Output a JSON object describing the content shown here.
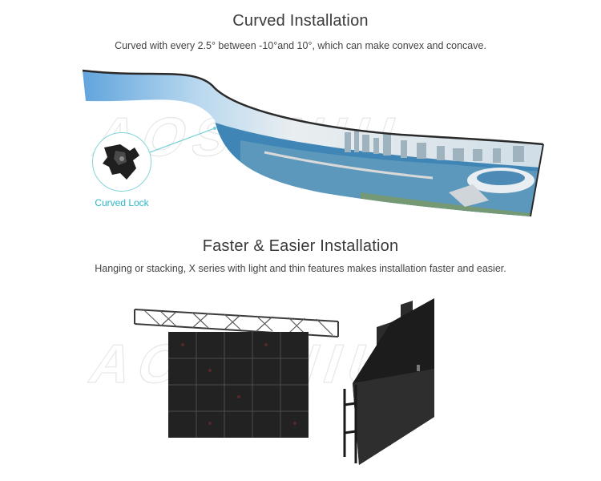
{
  "sections": {
    "curved": {
      "title": "Curved Installation",
      "description": "Curved with every 2.5° between -10°and 10°, which can make convex and concave.",
      "callout_label": "Curved Lock"
    },
    "install": {
      "title": "Faster & Easier Installation",
      "description": "Hanging or stacking, X series with light and thin features makes installation faster and easier."
    }
  },
  "icons": {
    "curved_lock": "curved-lock-icon"
  },
  "colors": {
    "accent": "#2bb8c6",
    "heading": "#3a3a3a",
    "panel": "#1e1e1e",
    "sky": "#7db6e3",
    "water": "#3d82b8"
  }
}
